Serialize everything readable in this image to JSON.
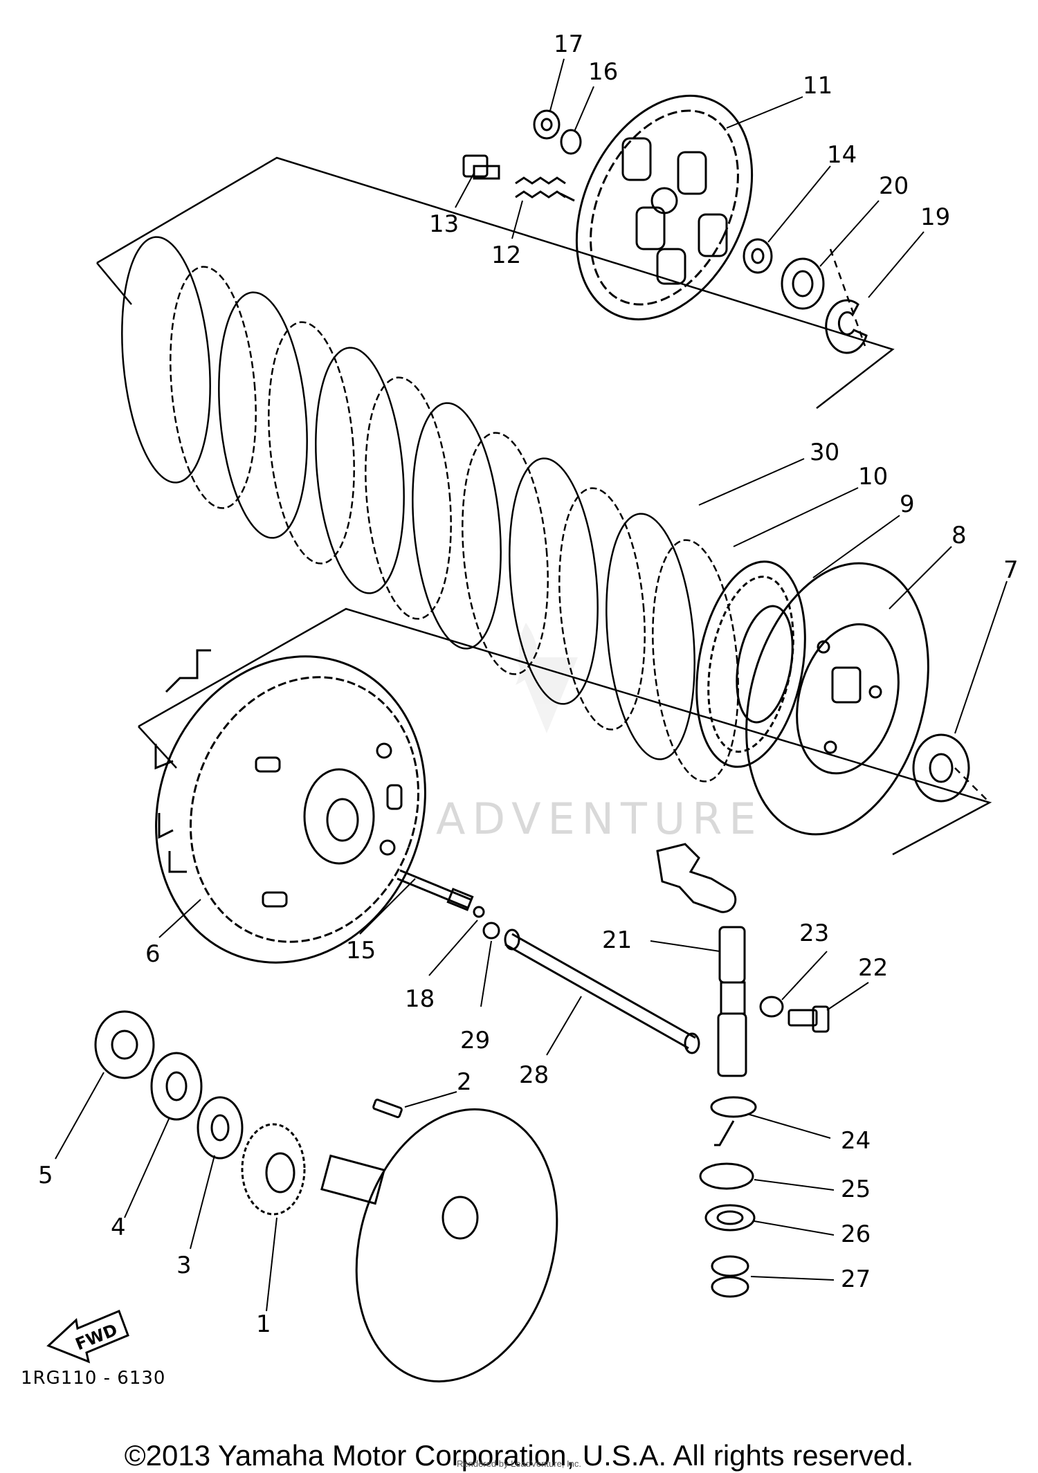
{
  "callouts": {
    "c1": "1",
    "c2": "2",
    "c3": "3",
    "c4": "4",
    "c5": "5",
    "c6": "6",
    "c7": "7",
    "c8": "8",
    "c9": "9",
    "c10": "10",
    "c11": "11",
    "c12": "12",
    "c13": "13",
    "c14": "14",
    "c15": "15",
    "c16": "16",
    "c17": "17",
    "c18": "18",
    "c19": "19",
    "c20": "20",
    "c21": "21",
    "c22": "22",
    "c23": "23",
    "c24": "24",
    "c25": "25",
    "c26": "26",
    "c27": "27",
    "c28": "28",
    "c29": "29",
    "c30": "30"
  },
  "fwd_label": "FWD",
  "reference_code": "1RG110 - 6130",
  "watermark": "ADVENTURE",
  "copyright": "©2013 Yamaha Motor Corporation, U.S.A. All rights reserved.",
  "rendered_by": "Rendered by LeadVenture, Inc."
}
